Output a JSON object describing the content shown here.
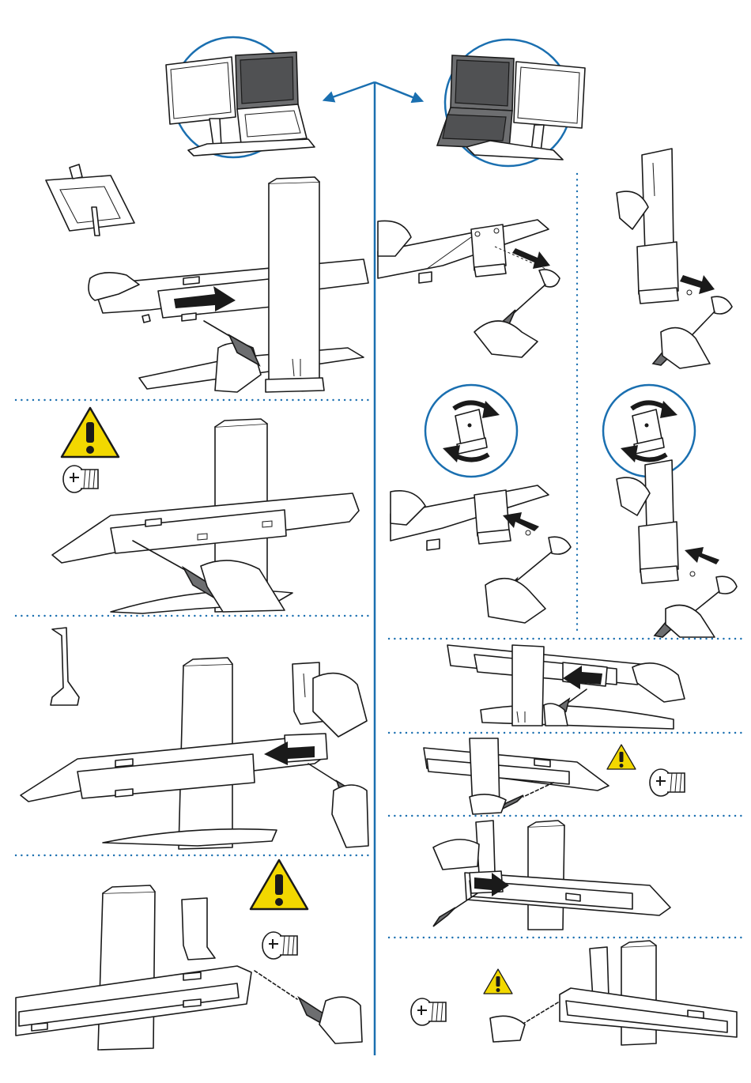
{
  "figure": {
    "kind": "assembly-instructions",
    "accent_color": "#1a6fb0",
    "warning_color": "#f2d800",
    "configurations": [
      "laptop-right",
      "laptop-left"
    ],
    "left_steps": [
      "slide-arm-out",
      "warning-remove-screw",
      "attach-bracket",
      "warning-reinsert-screw"
    ],
    "right_steps": [
      "remove-bracket-screw",
      "rotate-bracket",
      "reattach-bracket",
      "slide-arm-in",
      "warning-remove-screw",
      "attach-bracket-slide",
      "warning-reinsert-screw"
    ],
    "icons": [
      "warning-icon",
      "screw-icon",
      "rotate-icon",
      "arrow-icon"
    ]
  }
}
